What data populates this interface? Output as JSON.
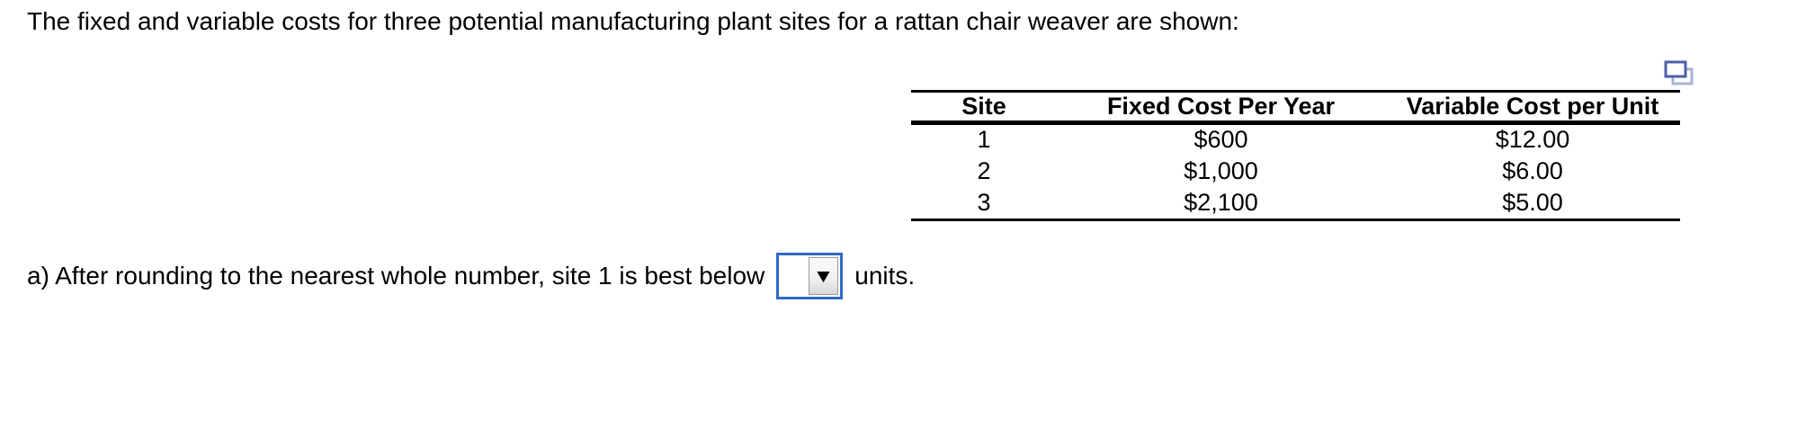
{
  "intro": {
    "text": "The fixed and variable costs for three potential manufacturing plant sites for a rattan chair weaver are shown:"
  },
  "table": {
    "headers": [
      "Site",
      "Fixed Cost Per Year",
      "Variable Cost per Unit"
    ],
    "rows": [
      [
        "1",
        "$600",
        "$12.00"
      ],
      [
        "2",
        "$1,000",
        "$6.00"
      ],
      [
        "3",
        "$2,100",
        "$5.00"
      ]
    ]
  },
  "question": {
    "prefix": "a) After rounding to the nearest whole number, site 1 is best below",
    "suffix": "units.",
    "dropdown_value": "",
    "dropdown_arrow": "▼"
  },
  "icons": {
    "popout": "popout-icon"
  },
  "colors": {
    "dropdown_border": "#2e6bc5",
    "popout_front": "#4e5fa7",
    "popout_back": "#a9b3d8",
    "table_rule": "#000000"
  }
}
